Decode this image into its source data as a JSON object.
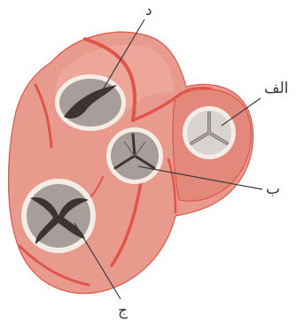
{
  "diagram": {
    "labels": {
      "d": "د",
      "alf": "الف",
      "b": "ب",
      "j": "ج"
    },
    "colors": {
      "background": "#ffffff",
      "tissue_main": "#e89a8c",
      "tissue_light": "#f1b2a6",
      "tissue_dark": "#cf7366",
      "vessel_red": "#e0554a",
      "valve_ring": "#f6ece6",
      "valve_gray": "#a79e9b",
      "valve_dark": "#3d3332",
      "leader_line": "#3a3a3a"
    }
  }
}
